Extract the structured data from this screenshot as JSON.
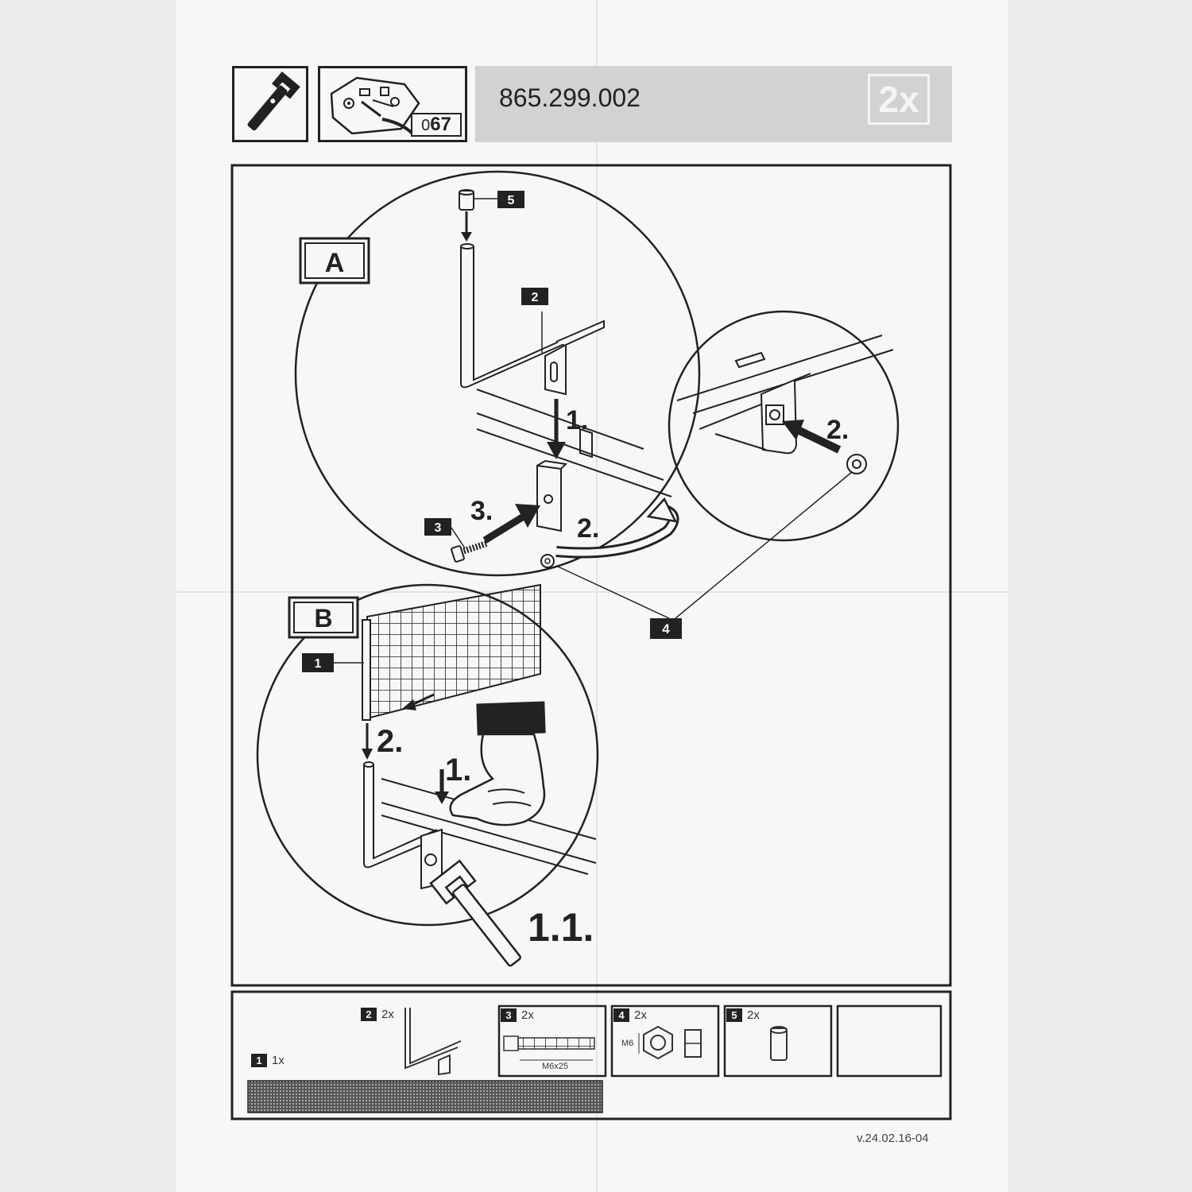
{
  "header": {
    "bag_count_prefix": "0",
    "bag_count": "67",
    "part_number": "865.299.002",
    "multiplier": "2x"
  },
  "sections": {
    "a": {
      "label": "A",
      "steps": [
        "1.",
        "2.",
        "3.",
        "2."
      ],
      "callouts": [
        "5",
        "2",
        "3",
        "4"
      ]
    },
    "b": {
      "label": "B",
      "steps": [
        "2.",
        "1.",
        "1.1."
      ],
      "callouts": [
        "1"
      ]
    }
  },
  "legend": {
    "items": [
      {
        "num": "1",
        "qty": "1x"
      },
      {
        "num": "2",
        "qty": "2x"
      },
      {
        "num": "3",
        "qty": "2x",
        "size": "M6x25"
      },
      {
        "num": "4",
        "qty": "2x",
        "size": "M6"
      },
      {
        "num": "5",
        "qty": "2x"
      }
    ]
  },
  "footer": {
    "version": "v.24.02.16-04"
  }
}
